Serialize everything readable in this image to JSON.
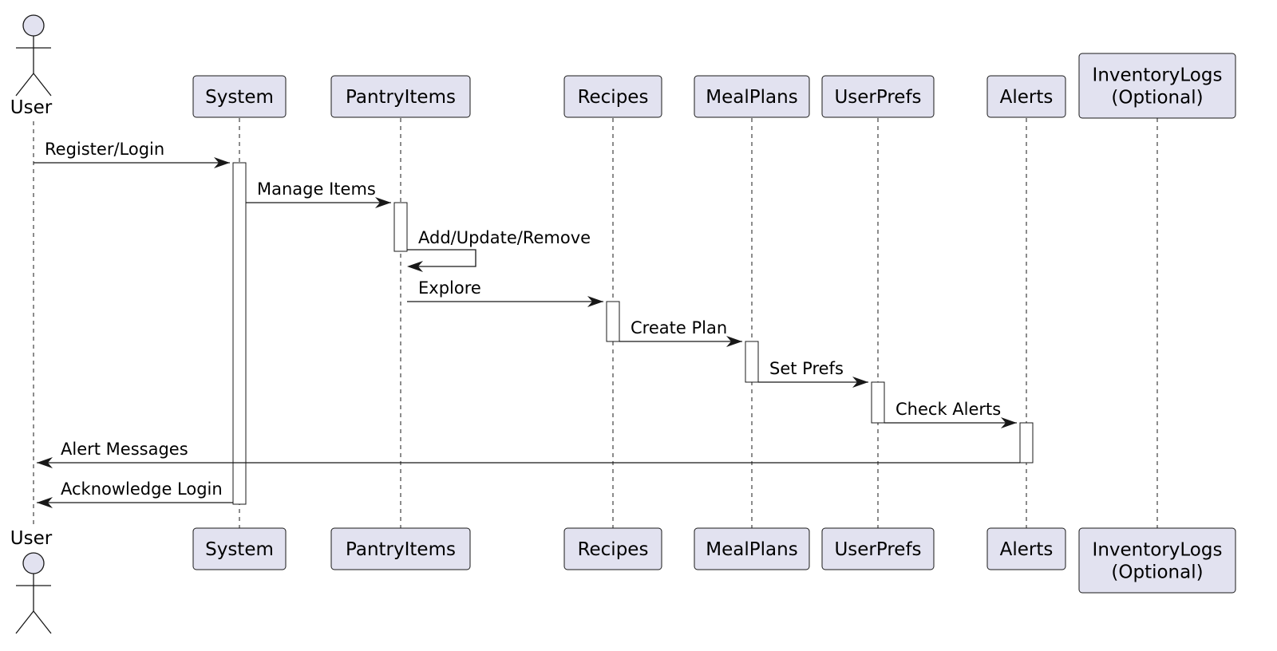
{
  "diagram": {
    "type": "sequence",
    "actor": {
      "label": "User"
    },
    "participants": [
      {
        "id": "system",
        "lines": [
          "System"
        ]
      },
      {
        "id": "pantry",
        "lines": [
          "PantryItems"
        ]
      },
      {
        "id": "recipes",
        "lines": [
          "Recipes"
        ]
      },
      {
        "id": "mealplans",
        "lines": [
          "MealPlans"
        ]
      },
      {
        "id": "userprefs",
        "lines": [
          "UserPrefs"
        ]
      },
      {
        "id": "alerts",
        "lines": [
          "Alerts"
        ]
      },
      {
        "id": "invlogs",
        "lines": [
          "InventoryLogs",
          "(Optional)"
        ]
      }
    ],
    "messages": [
      {
        "from": "user",
        "to": "system",
        "label": "Register/Login"
      },
      {
        "from": "system",
        "to": "pantry",
        "label": "Manage Items"
      },
      {
        "from": "pantry",
        "to": "pantry",
        "label": "Add/Update/Remove"
      },
      {
        "from": "pantry",
        "to": "recipes",
        "label": "Explore"
      },
      {
        "from": "recipes",
        "to": "mealplans",
        "label": "Create Plan"
      },
      {
        "from": "mealplans",
        "to": "userprefs",
        "label": "Set Prefs"
      },
      {
        "from": "userprefs",
        "to": "alerts",
        "label": "Check Alerts"
      },
      {
        "from": "alerts",
        "to": "user",
        "label": "Alert Messages"
      },
      {
        "from": "system",
        "to": "user",
        "label": "Acknowledge Login"
      }
    ],
    "colors": {
      "participant_fill": "#e2e2f0",
      "line": "#181818",
      "activation_fill": "#ffffff"
    }
  }
}
